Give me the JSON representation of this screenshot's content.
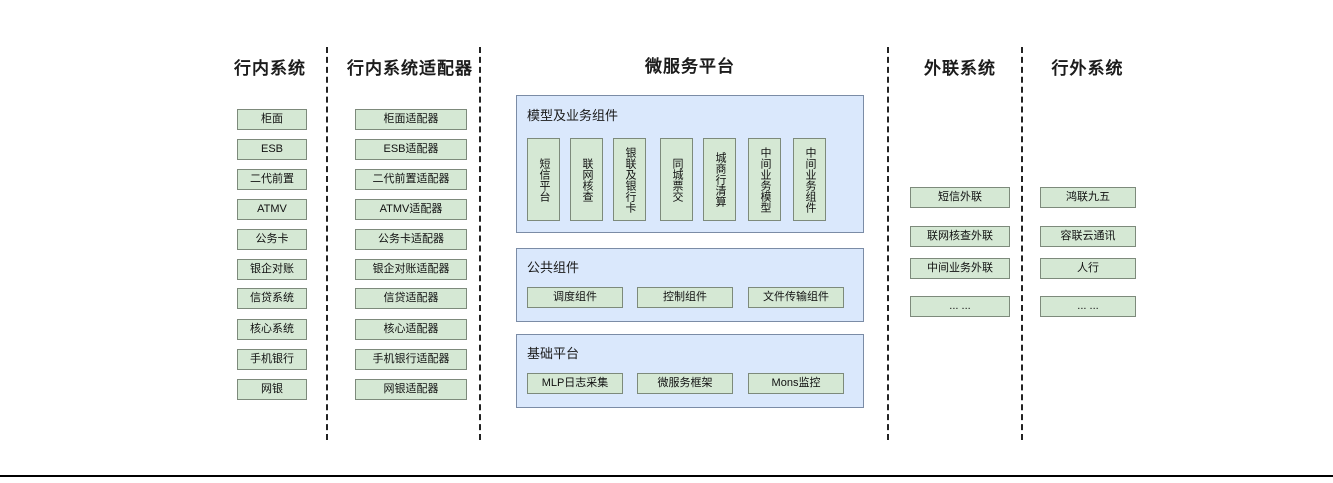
{
  "columns": {
    "internal": {
      "title": "行内系统",
      "items": [
        "柜面",
        "ESB",
        "二代前置",
        "ATMV",
        "公务卡",
        "银企对账",
        "信贷系统",
        "核心系统",
        "手机银行",
        "网银"
      ]
    },
    "adapter": {
      "title": "行内系统适配器",
      "items": [
        "柜面适配器",
        "ESB适配器",
        "二代前置适配器",
        "ATMV适配器",
        "公务卡适配器",
        "银企对账适配器",
        "信贷适配器",
        "核心适配器",
        "手机银行适配器",
        "网银适配器"
      ]
    },
    "platform": {
      "title": "微服务平台",
      "panels": [
        {
          "title": "模型及业务组件",
          "orientation": "vertical",
          "items": [
            "短信平台",
            "联网核查",
            "银联及银行卡",
            "同城票交",
            "城商行清算",
            "中间业务模型",
            "中间业务组件"
          ]
        },
        {
          "title": "公共组件",
          "orientation": "horizontal",
          "items": [
            "调度组件",
            "控制组件",
            "文件传输组件"
          ]
        },
        {
          "title": "基础平台",
          "orientation": "horizontal",
          "items": [
            "MLP日志采集",
            "微服务框架",
            "Mons监控"
          ]
        }
      ]
    },
    "external_link": {
      "title": "外联系统",
      "items": [
        "短信外联",
        "联网核查外联",
        "中间业务外联",
        "... ..."
      ]
    },
    "outside": {
      "title": "行外系统",
      "items": [
        "鸿联九五",
        "容联云通讯",
        "人行",
        "... ..."
      ]
    }
  },
  "colors": {
    "box_fill": "#d5e8d4",
    "box_border": "#7d8a7b",
    "panel_fill": "#dae8fc",
    "panel_border": "#7b8ca6",
    "divider": "#222222",
    "rule": "#000000"
  }
}
